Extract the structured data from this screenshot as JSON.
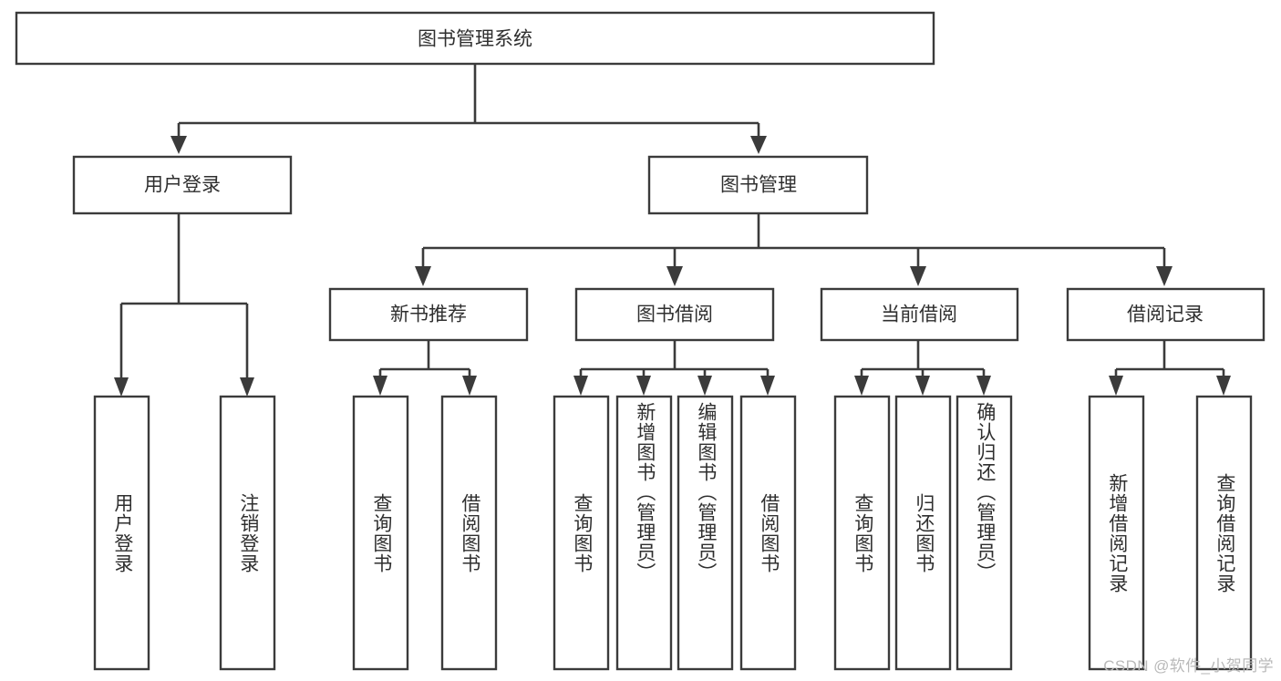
{
  "diagram": {
    "type": "tree-hierarchy",
    "title": "图书管理系统",
    "watermark": "CSDN @软件_小贺同学",
    "root": {
      "id": "root",
      "label": "图书管理系统",
      "orientation": "horizontal"
    },
    "level1": [
      {
        "id": "user-login",
        "label": "用户登录",
        "orientation": "horizontal"
      },
      {
        "id": "book-management",
        "label": "图书管理",
        "orientation": "horizontal"
      }
    ],
    "level2": [
      {
        "id": "new-book-recommend",
        "label": "新书推荐",
        "orientation": "horizontal",
        "parent": "book-management"
      },
      {
        "id": "book-borrow",
        "label": "图书借阅",
        "orientation": "horizontal",
        "parent": "book-management"
      },
      {
        "id": "current-borrow",
        "label": "当前借阅",
        "orientation": "horizontal",
        "parent": "book-management"
      },
      {
        "id": "borrow-record",
        "label": "借阅记录",
        "orientation": "horizontal",
        "parent": "book-management"
      }
    ],
    "leaves": [
      {
        "id": "leaf-user-login",
        "label": "用户登录",
        "parent": "user-login",
        "orientation": "vertical"
      },
      {
        "id": "leaf-logout-login",
        "label": "注销登录",
        "parent": "user-login",
        "orientation": "vertical"
      },
      {
        "id": "leaf-query-book-1",
        "label": "查询图书",
        "parent": "new-book-recommend",
        "orientation": "vertical"
      },
      {
        "id": "leaf-borrow-book-1",
        "label": "借阅图书",
        "parent": "new-book-recommend",
        "orientation": "vertical"
      },
      {
        "id": "leaf-query-book-2",
        "label": "查询图书",
        "parent": "book-borrow",
        "orientation": "vertical"
      },
      {
        "id": "leaf-add-book",
        "label": "新增图书（管理员）",
        "parent": "book-borrow",
        "orientation": "vertical"
      },
      {
        "id": "leaf-edit-book",
        "label": "编辑图书（管理员）",
        "parent": "book-borrow",
        "orientation": "vertical"
      },
      {
        "id": "leaf-borrow-book-2",
        "label": "借阅图书",
        "parent": "book-borrow",
        "orientation": "vertical"
      },
      {
        "id": "leaf-query-book-3",
        "label": "查询图书",
        "parent": "current-borrow",
        "orientation": "vertical"
      },
      {
        "id": "leaf-return-book",
        "label": "归还图书",
        "parent": "current-borrow",
        "orientation": "vertical"
      },
      {
        "id": "leaf-confirm-return",
        "label": "确认归还（管理员）",
        "parent": "current-borrow",
        "orientation": "vertical"
      },
      {
        "id": "leaf-add-record",
        "label": "新增借阅记录",
        "parent": "borrow-record",
        "orientation": "vertical"
      },
      {
        "id": "leaf-query-record",
        "label": "查询借阅记录",
        "parent": "borrow-record",
        "orientation": "vertical"
      }
    ],
    "colors": {
      "background": "#ffffff",
      "box_fill": "#ffffff",
      "box_stroke": "#3b3b3b",
      "connector": "#3b3b3b",
      "text": "#2f2f2f",
      "watermark": "#b9b9b9"
    }
  }
}
